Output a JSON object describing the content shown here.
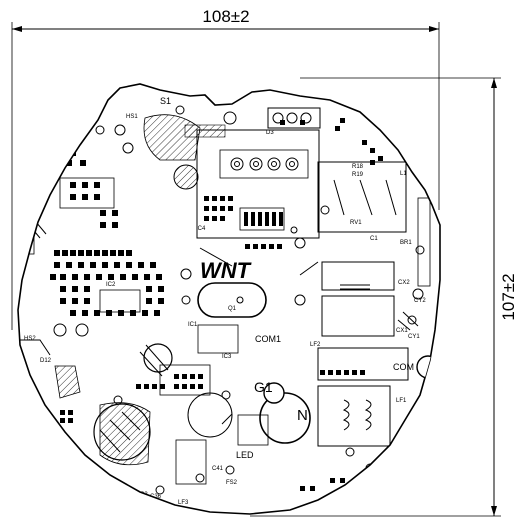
{
  "dimensions": {
    "width_label": "108±2",
    "height_label": "107±2"
  },
  "board": {
    "logo_text": "WNT",
    "labels": {
      "com1": "COM1",
      "com": "COM",
      "g1": "G1",
      "n": "N",
      "led": "LED",
      "l1": "L1",
      "br1": "BR1",
      "c1": "C1",
      "cx1": "CX1",
      "cx2": "CX2",
      "cy1": "CY1",
      "cy2": "CY2",
      "lf1": "LF1",
      "lf2": "LF2",
      "lf3": "LF3",
      "ic1": "IC1",
      "ic2": "IC2",
      "ic3": "IC3",
      "hs1": "HS1",
      "hs2": "HS2",
      "s1": "S1",
      "rv1": "RV1",
      "d3": "D3",
      "d12": "D12",
      "c41": "C41",
      "c36": "C36",
      "rb3": "RB3",
      "rt1": "RT1",
      "fs2": "FS2",
      "q1": "Q1",
      "r18": "R18",
      "r19": "R19",
      "ic4": "IC4"
    }
  },
  "colors": {
    "ink": "#000000",
    "paper": "#ffffff"
  }
}
